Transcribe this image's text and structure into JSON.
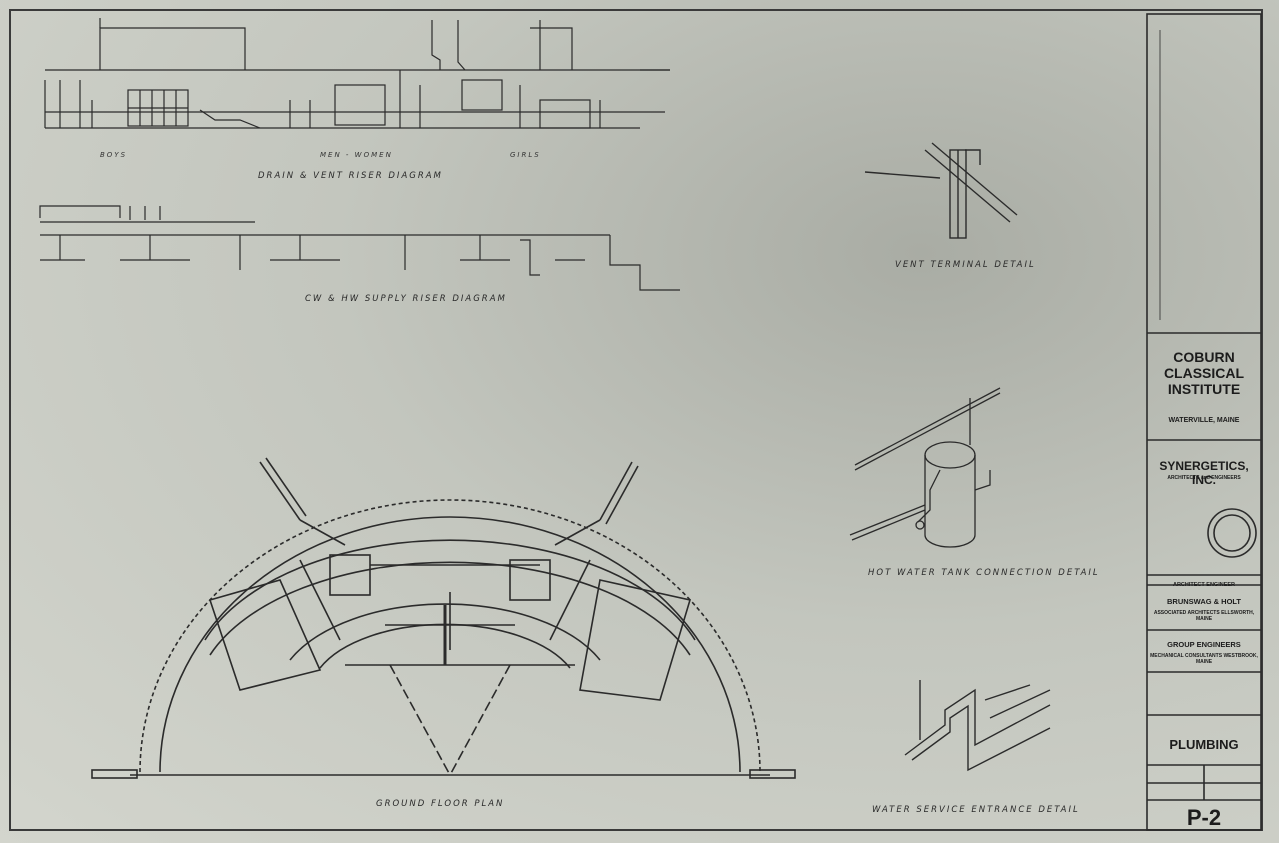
{
  "diagram": {
    "labels": {
      "drain_vent": "DRAIN & VENT RISER DIAGRAM",
      "supply": "CW & HW SUPPLY RISER DIAGRAM",
      "vent_detail": "VENT TERMINAL DETAIL",
      "hot_water": "HOT WATER TANK CONNECTION DETAIL",
      "water_service": "WATER SERVICE ENTRANCE DETAIL",
      "ground_floor": "GROUND FLOOR PLAN",
      "riser_sub_1": "BOYS",
      "riser_sub_2": "MEN - WOMEN",
      "riser_sub_3": "GIRLS"
    }
  },
  "title_block": {
    "client": "COBURN CLASSICAL INSTITUTE",
    "location": "WATERVILLE, MAINE",
    "firm": "SYNERGETICS, INC.",
    "firm_sub": "ARCHITECTS and ENGINEERS",
    "arch_engineer": "ARCHITECT   ENGINEER",
    "associate": "BRUNSWAG & HOLT",
    "associate_sub": "ASSOCIATED ARCHITECTS ELLSWORTH, MAINE",
    "engineer": "GROUP ENGINEERS",
    "engineer_sub": "MECHANICAL CONSULTANTS WESTBROOK, MAINE",
    "sheet_title": "PLUMBING",
    "sheet_number": "P-2"
  }
}
